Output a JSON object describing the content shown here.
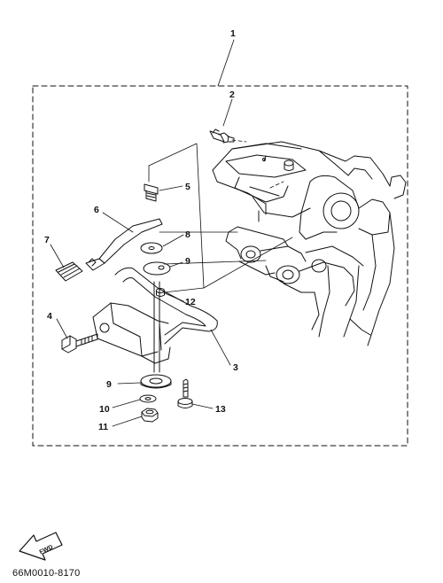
{
  "callouts": {
    "c1": "1",
    "c2": "2",
    "c3": "3",
    "c4": "4",
    "c5": "5",
    "c6": "6",
    "c7": "7",
    "c8": "8",
    "c9a": "9",
    "c9b": "9",
    "c10": "10",
    "c11": "11",
    "c12": "12",
    "c13": "13"
  },
  "fwd_label": "FWD",
  "diagram_code": "66M0010-8170"
}
